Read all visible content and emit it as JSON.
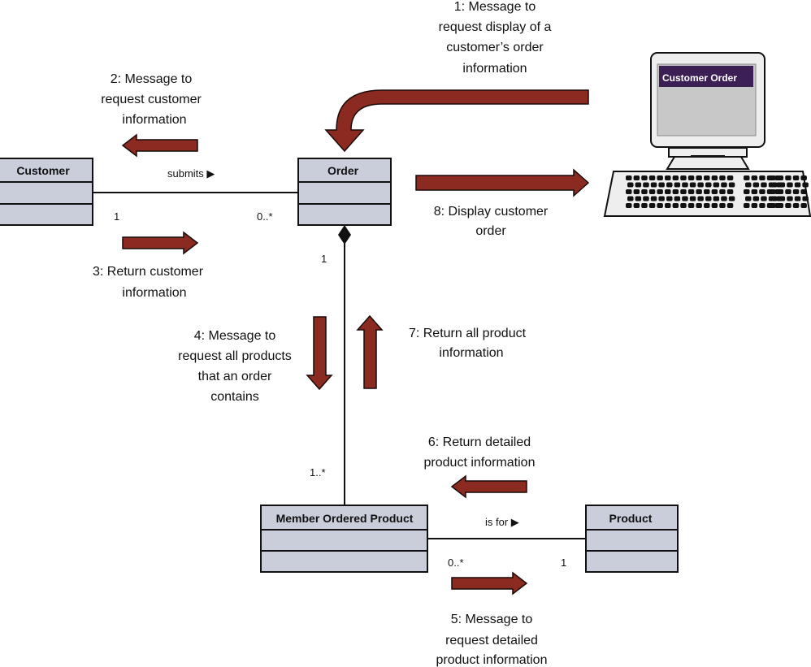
{
  "colors": {
    "arrow": "#8b2a20",
    "class_fill": "#c9ceda",
    "screen_title_bar": "#3b1f55",
    "screen": "#c8c8c8"
  },
  "classes": {
    "customer": "Customer",
    "order": "Order",
    "member_ordered_product": "Member Ordered Product",
    "product": "Product"
  },
  "associations": {
    "submits": "submits ▶",
    "customer_mult": "1",
    "order_mult": "0..*",
    "composition_order_mult": "1",
    "composition_mop_mult": "1..*",
    "is_for": "is for ▶",
    "mop_mult": "0..*",
    "product_mult": "1"
  },
  "messages": {
    "m1": [
      "1: Message to",
      "request display of a",
      "customer’s order",
      "information"
    ],
    "m2": [
      "2: Message to",
      "request customer",
      "information"
    ],
    "m3": [
      "3: Return customer",
      "information"
    ],
    "m4": [
      "4: Message to",
      "request all products",
      "that an order",
      "contains"
    ],
    "m5": [
      "5: Message to",
      "request detailed",
      "product information"
    ],
    "m6": [
      "6: Return detailed",
      "product information"
    ],
    "m7": [
      "7: Return all product",
      "information"
    ],
    "m8": [
      "8: Display customer",
      "order"
    ]
  },
  "computer": {
    "screen_title": "Customer Order"
  }
}
